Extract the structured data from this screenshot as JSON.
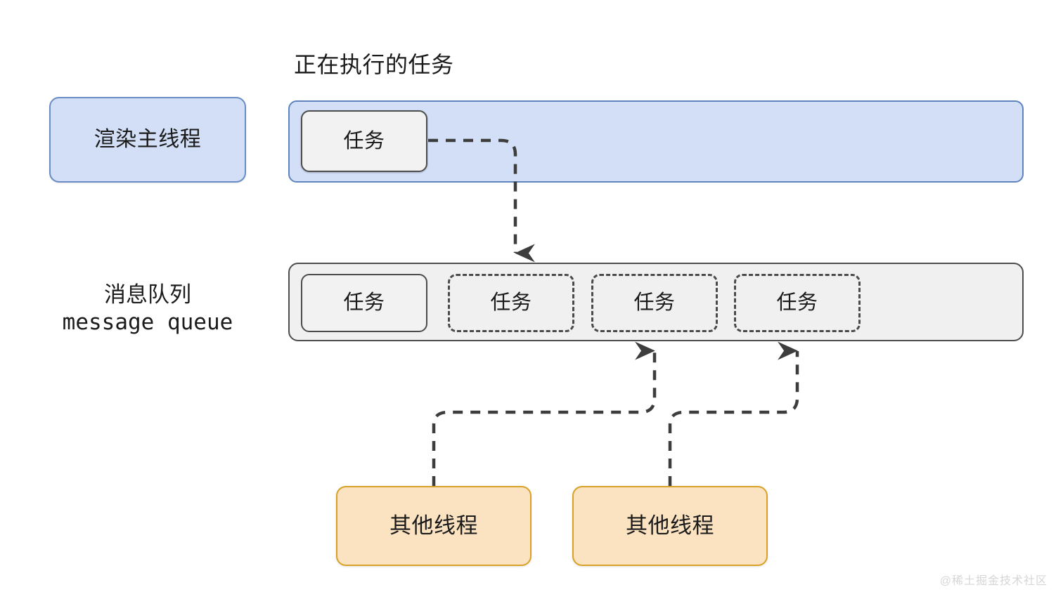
{
  "diagram": {
    "title_running_task": "正在执行的任务",
    "main_thread": {
      "label": "渲染主线程",
      "fill_color": "#d2dff6",
      "border_color": "#6a8cc4",
      "running_task_label": "任务"
    },
    "message_queue": {
      "label_cn": "消息队列",
      "label_en": "message queue",
      "fill_color": "#f0f0f0",
      "border_color": "#4d4d4d",
      "tasks": [
        {
          "label": "任务",
          "style": "solid"
        },
        {
          "label": "任务",
          "style": "dashed"
        },
        {
          "label": "任务",
          "style": "dashed"
        },
        {
          "label": "任务",
          "style": "dashed"
        }
      ]
    },
    "other_threads": [
      {
        "label": "其他线程",
        "fill_color": "#fbe3c2",
        "border_color": "#d9a227"
      },
      {
        "label": "其他线程",
        "fill_color": "#fbe3c2",
        "border_color": "#d9a227"
      }
    ],
    "arrows": [
      {
        "name": "main-thread-task-to-queue",
        "from": "running-task-box",
        "to": "queue-slot-2",
        "style": "dashed"
      },
      {
        "name": "other-thread-1-to-queue",
        "from": "other-thread-1",
        "to": "queue-slot-3",
        "style": "dashed"
      },
      {
        "name": "other-thread-2-to-queue",
        "from": "other-thread-2",
        "to": "queue-slot-4",
        "style": "dashed"
      }
    ],
    "watermark": "@稀土掘金技术社区"
  }
}
